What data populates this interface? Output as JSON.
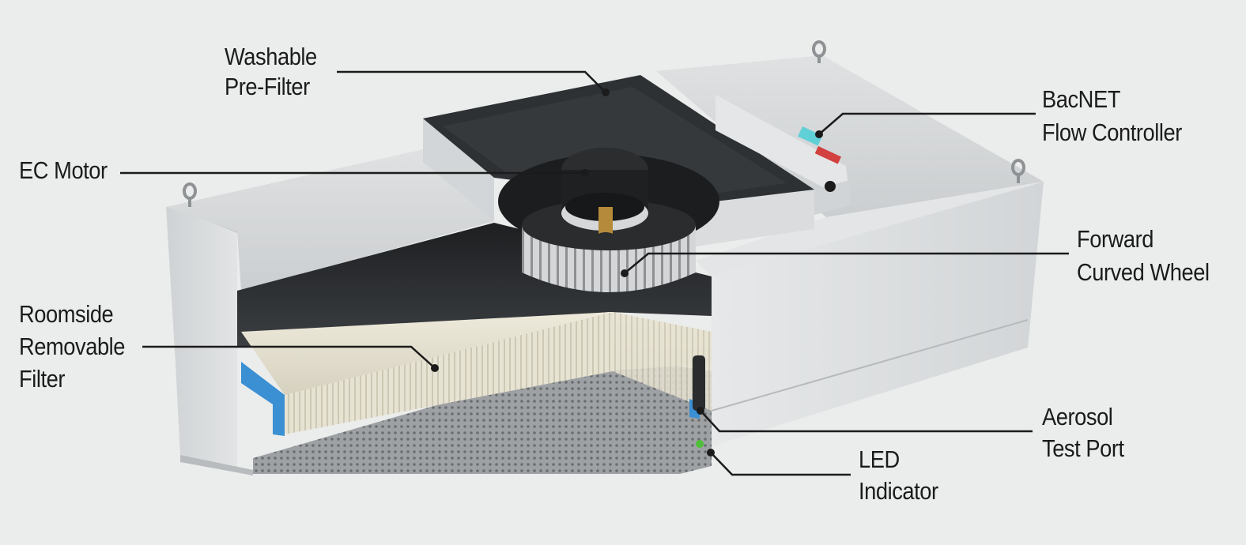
{
  "colors": {
    "background": "#ebedec",
    "housing": "#d9dbdc",
    "pre_filter": "#2e3134",
    "filter_media": "#e4e0d0",
    "leader_line": "#1b1b1b",
    "filter_frame_accent": "#3b8fd3",
    "led": "#4fbf3b"
  },
  "callouts": {
    "washable_pre_filter": {
      "lines": [
        "Washable",
        "Pre-Filter"
      ]
    },
    "ec_motor": {
      "lines": [
        "EC Motor"
      ]
    },
    "roomside_filter": {
      "lines": [
        "Roomside",
        "Removable",
        "Filter"
      ]
    },
    "bacnet_controller": {
      "lines": [
        "BacNET",
        "Flow Controller"
      ]
    },
    "forward_curved_wheel": {
      "lines": [
        "Forward",
        "Curved Wheel"
      ]
    },
    "aerosol_test_port": {
      "lines": [
        "Aerosol",
        "Test Port"
      ]
    },
    "led_indicator": {
      "lines": [
        "LED",
        "Indicator"
      ]
    }
  }
}
